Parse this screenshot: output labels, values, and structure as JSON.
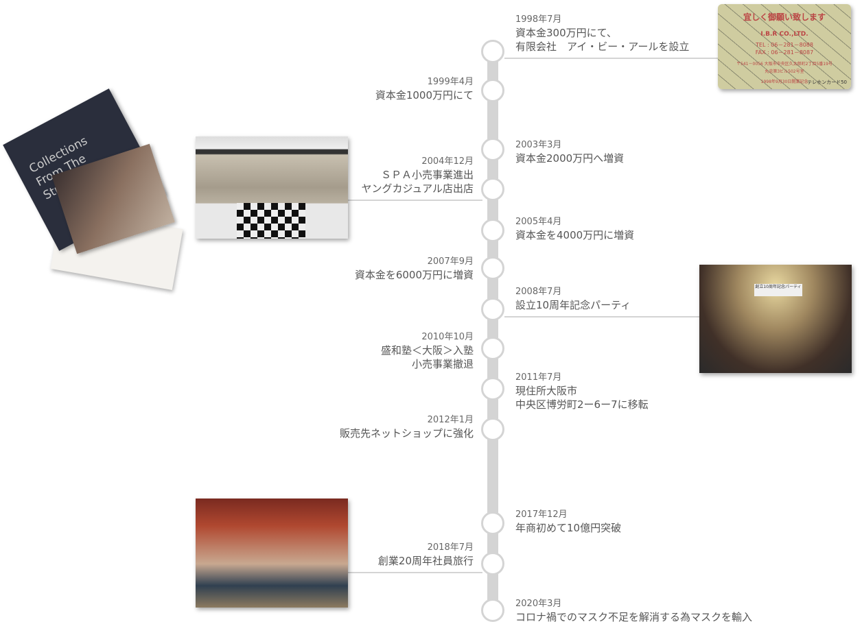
{
  "events": [
    {
      "date": "1998年7月",
      "lines": [
        "資本金300万円にて、",
        "有限会社　アイ・ビー・アールを設立"
      ]
    },
    {
      "date": "1999年4月",
      "lines": [
        "資本金1000万円にて"
      ]
    },
    {
      "date": "2003年3月",
      "lines": [
        "資本金2000万円へ増資"
      ]
    },
    {
      "date": "2004年12月",
      "lines": [
        "ＳＰＡ小売事業進出",
        "ヤングカジュアル店出店"
      ]
    },
    {
      "date": "2005年4月",
      "lines": [
        "資本金を4000万円に増資"
      ]
    },
    {
      "date": "2007年9月",
      "lines": [
        "資本金を6000万円に増資"
      ]
    },
    {
      "date": "2008年7月",
      "lines": [
        "設立10周年記念パーティ"
      ]
    },
    {
      "date": "2010年10月",
      "lines": [
        "盛和塾＜大阪＞入塾",
        "小売事業撤退"
      ]
    },
    {
      "date": "2011年7月",
      "lines": [
        "現住所大阪市",
        "中央区博労町2ー6ー7に移転"
      ]
    },
    {
      "date": "2012年1月",
      "lines": [
        "販売先ネットショップに強化"
      ]
    },
    {
      "date": "2017年12月",
      "lines": [
        "年商初めて10億円突破"
      ]
    },
    {
      "date": "2018年7月",
      "lines": [
        "創業20周年社員旅行"
      ]
    },
    {
      "date": "2020年3月",
      "lines": [
        "コロナ禍でのマスク不足を解消する為マスクを輸入"
      ]
    }
  ],
  "card": {
    "greeting": "宜しく御願い致します",
    "company": "I.B.R CO.,LTD.",
    "tel": "TEL : 06－281－8088",
    "fax": "FAX : 06－281－8087",
    "address": "〒541－0056 大阪市中央区久太郎町2丁目5番19号",
    "building": "丸忠第3ビル502号室",
    "note": "1998年9月30日開業記念",
    "brand": "テレホンカード50"
  },
  "brochure": {
    "title": "Collections From The Street."
  },
  "party": {
    "sign": "創立10周年記念パーティ"
  }
}
